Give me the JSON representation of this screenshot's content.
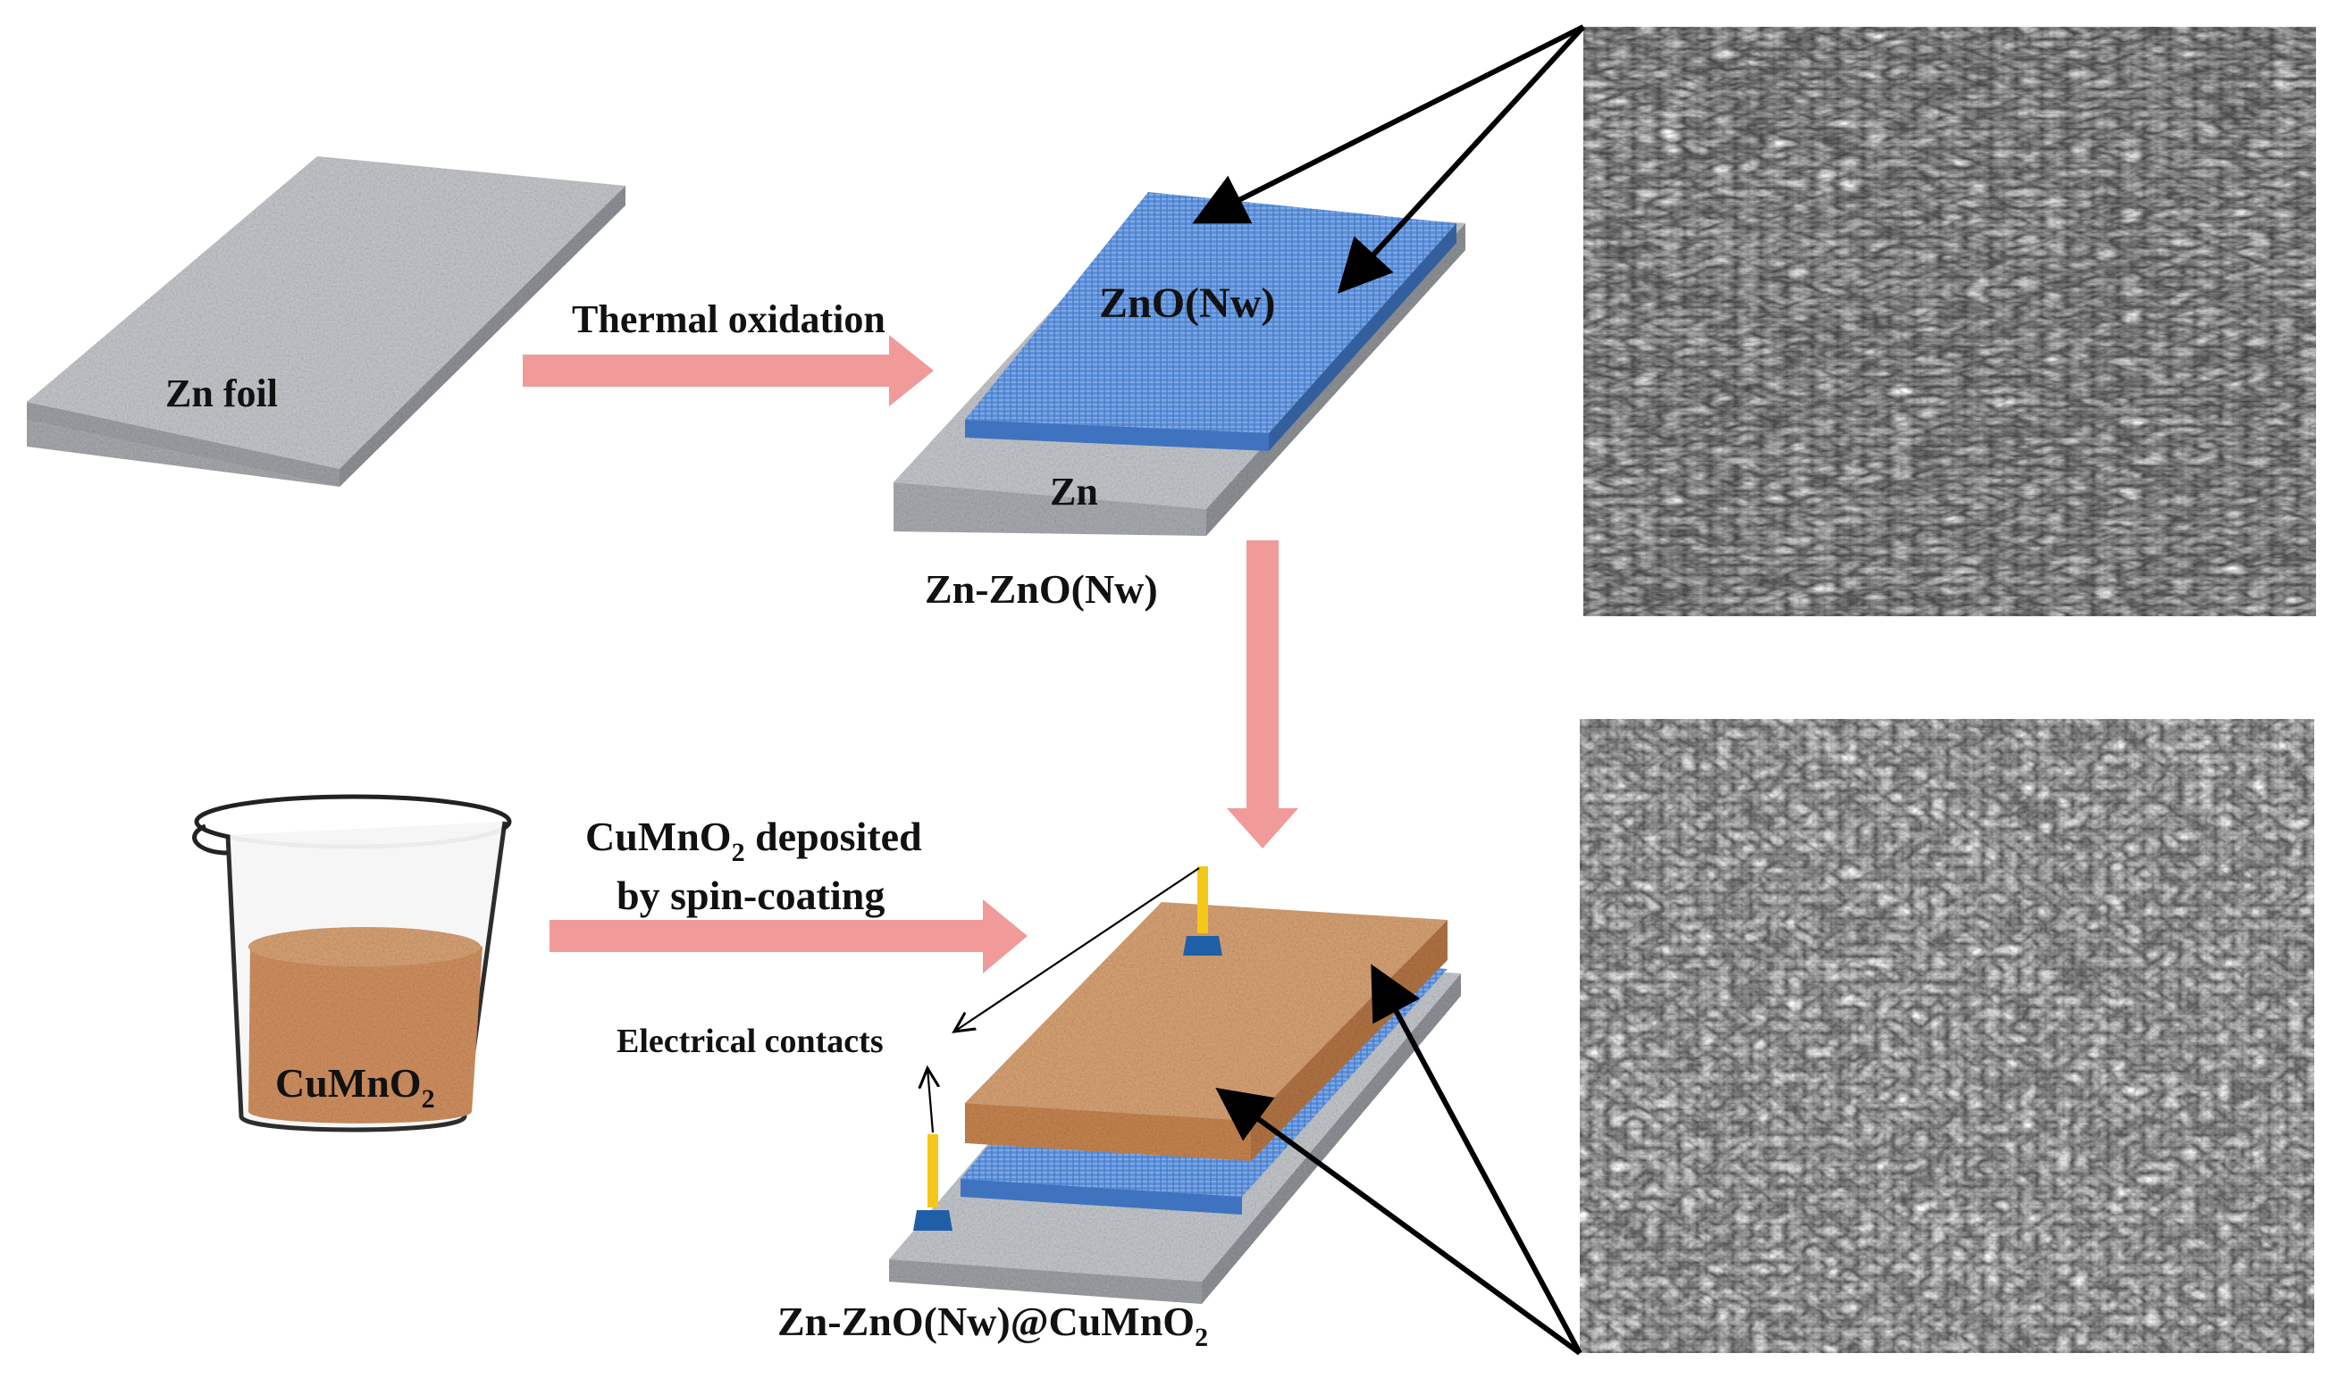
{
  "labels": {
    "zn_foil": "Zn foil",
    "thermal_oxidation": "Thermal  oxidation",
    "zno_nw": "ZnO(Nw)",
    "zn": "Zn",
    "zn_zno_nw": "Zn-ZnO(Nw)",
    "cumno2_deposited_prefix": "CuMnO",
    "cumno2_deposited_sub": "2",
    "cumno2_deposited_suffix": " deposited",
    "spin_coating": "by spin-coating",
    "electrical_contacts": "Electrical  contacts",
    "beaker_label_main": "CuMnO",
    "beaker_label_sub": "2",
    "final_main": "Zn-ZnO(Nw)@CuMnO",
    "final_sub": "2"
  },
  "colors": {
    "process_arrow": "#f09a9a",
    "zn_metal": "#b9bcc0",
    "zno_layer": "#5b8fd8",
    "cumno2": "#d19060",
    "contact_wire": "#f3c81a",
    "contact_base": "#1f5fa8",
    "sem_dark": "#2a2a2a"
  }
}
